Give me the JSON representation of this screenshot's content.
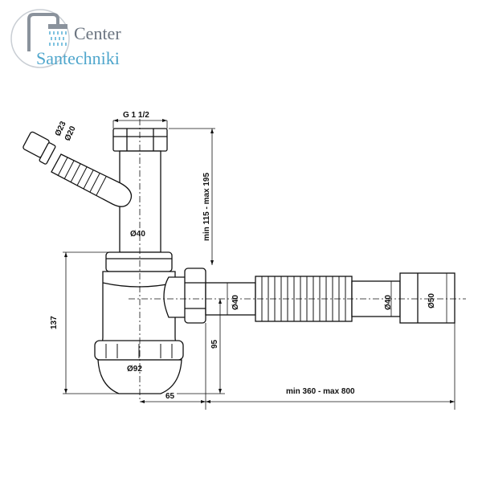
{
  "logo": {
    "line1": "Center",
    "line2": "Santechniki",
    "colors": {
      "gray": "#6b7480",
      "blue": "#4fa6cc"
    }
  },
  "dims": {
    "thread": "G 1 1/2",
    "inlet_outer": "Ø23",
    "inlet_inner": "Ø20",
    "pipe_dia": "Ø40",
    "vertical_range": "min 115 - max 195",
    "total_height": "137",
    "outlet_height": "95",
    "bowl_dia": "Ø92",
    "offset": "65",
    "outlet_dia_1": "Ø40",
    "outlet_dia_2": "Ø40",
    "outlet_end_dia": "Ø50",
    "length_range": "min 360 - max 800"
  }
}
